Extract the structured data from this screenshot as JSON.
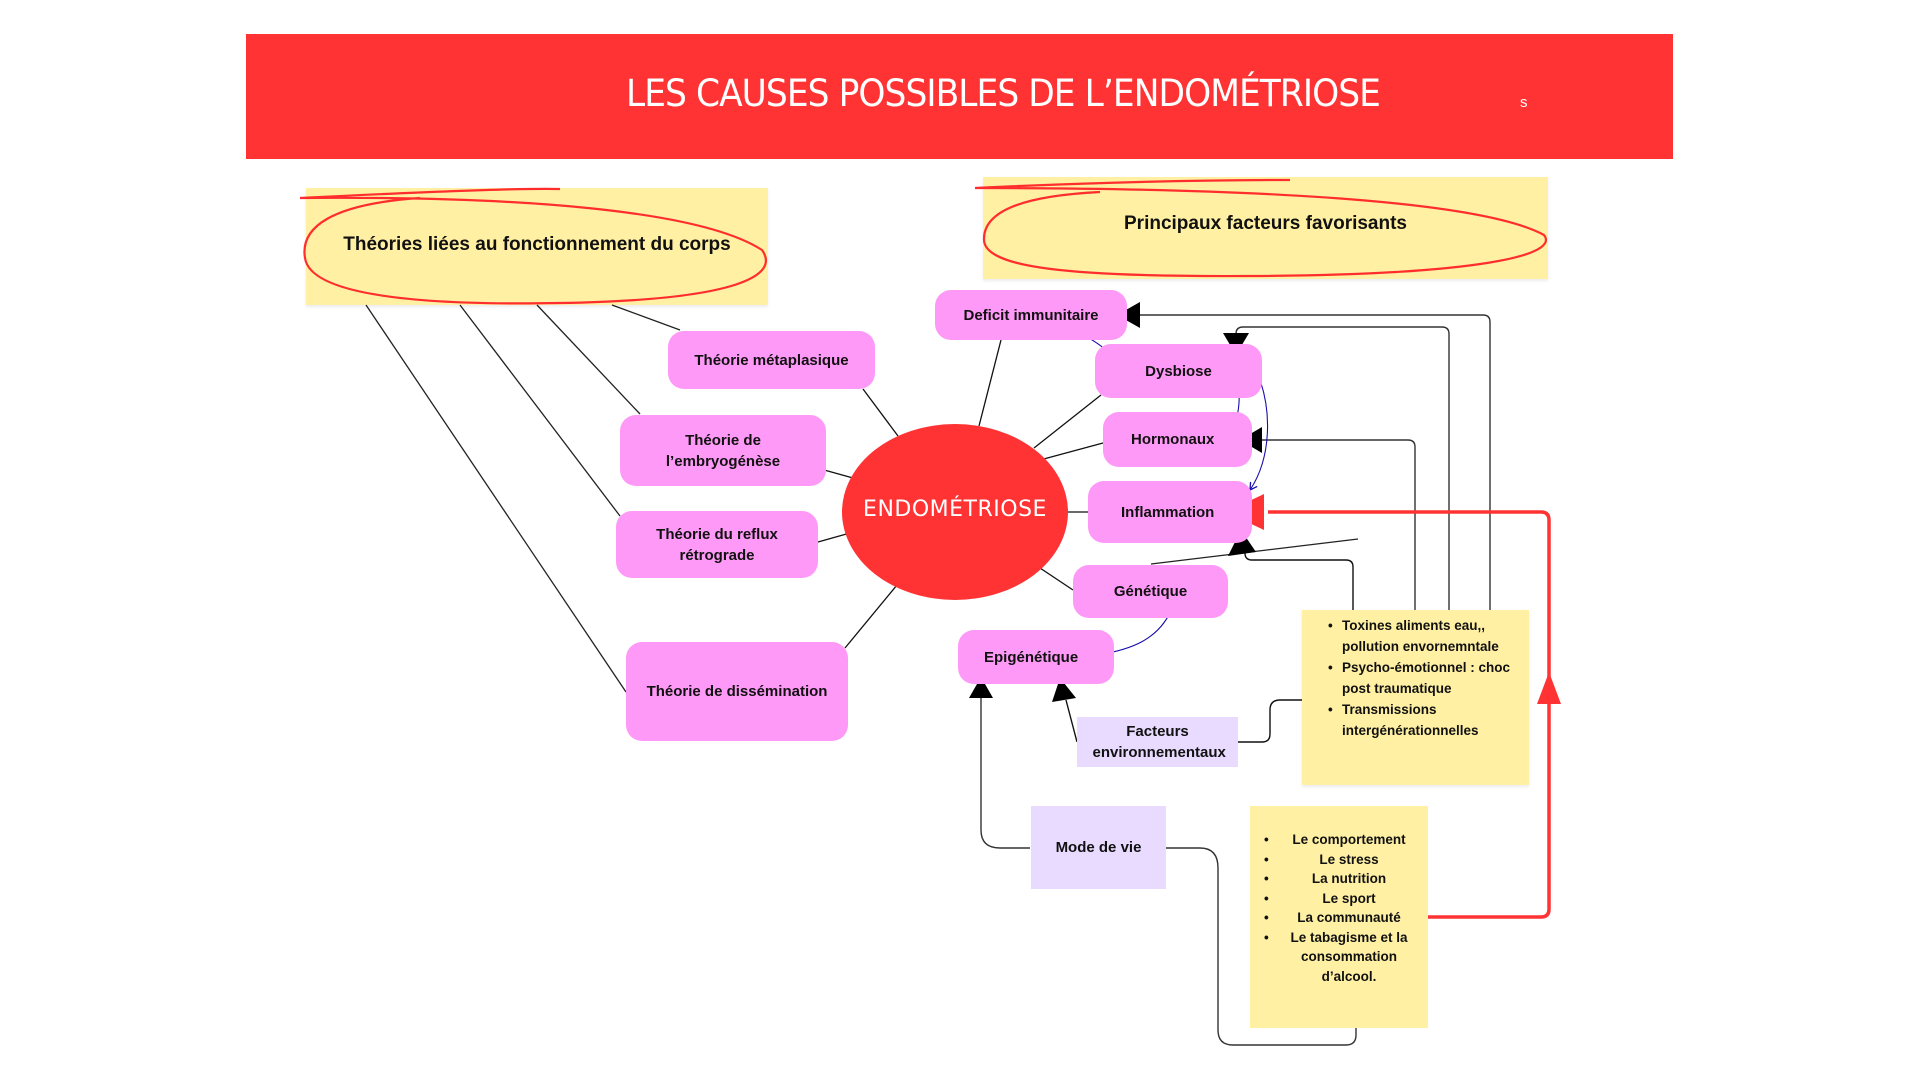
{
  "header": {
    "title": "LES CAUSES POSSIBLES DE L’ENDOMÉTRIOSE",
    "stray_char": "s",
    "color": "#ff3333"
  },
  "groups": {
    "left_title": "Théories liées au fonctionnement du corps",
    "right_title": "Principaux facteurs favorisants"
  },
  "center": {
    "label": "ENDOMÉTRIOSE",
    "color": "#ff3333"
  },
  "theories": [
    {
      "label": "Théorie métaplasique"
    },
    {
      "label": "Théorie de l’embryogénèse"
    },
    {
      "label": "Théorie du reflux rétrograde"
    },
    {
      "label": "Théorie de dissémination"
    }
  ],
  "factors": [
    {
      "label": "Deficit immunitaire"
    },
    {
      "label": "Dysbiose"
    },
    {
      "label": "Hormonaux"
    },
    {
      "label": "Inflammation"
    },
    {
      "label": "Génétique"
    },
    {
      "label": "Epigénétique"
    }
  ],
  "sources": {
    "environment": "Facteurs environnementaux",
    "lifestyle": "Mode de vie"
  },
  "notes": {
    "environment_items": [
      "Toxines aliments eau,, pollution envornemntale",
      "Psycho-émotionnel : choc post traumatique",
      "Transmissions intergénérationnelles"
    ],
    "lifestyle_items": [
      "Le comportement",
      "Le stress",
      "La nutrition",
      "Le sport",
      "La communauté",
      "Le tabagisme et la consommation d’alcool."
    ],
    "bullet": "•"
  },
  "colors": {
    "node_pink": "#ff99f7",
    "sticky_yellow": "#fff0a3",
    "source_lavender": "#e8dbff",
    "highlight_red": "#ff3333",
    "bidirectional_blue": "#1a0dab"
  }
}
